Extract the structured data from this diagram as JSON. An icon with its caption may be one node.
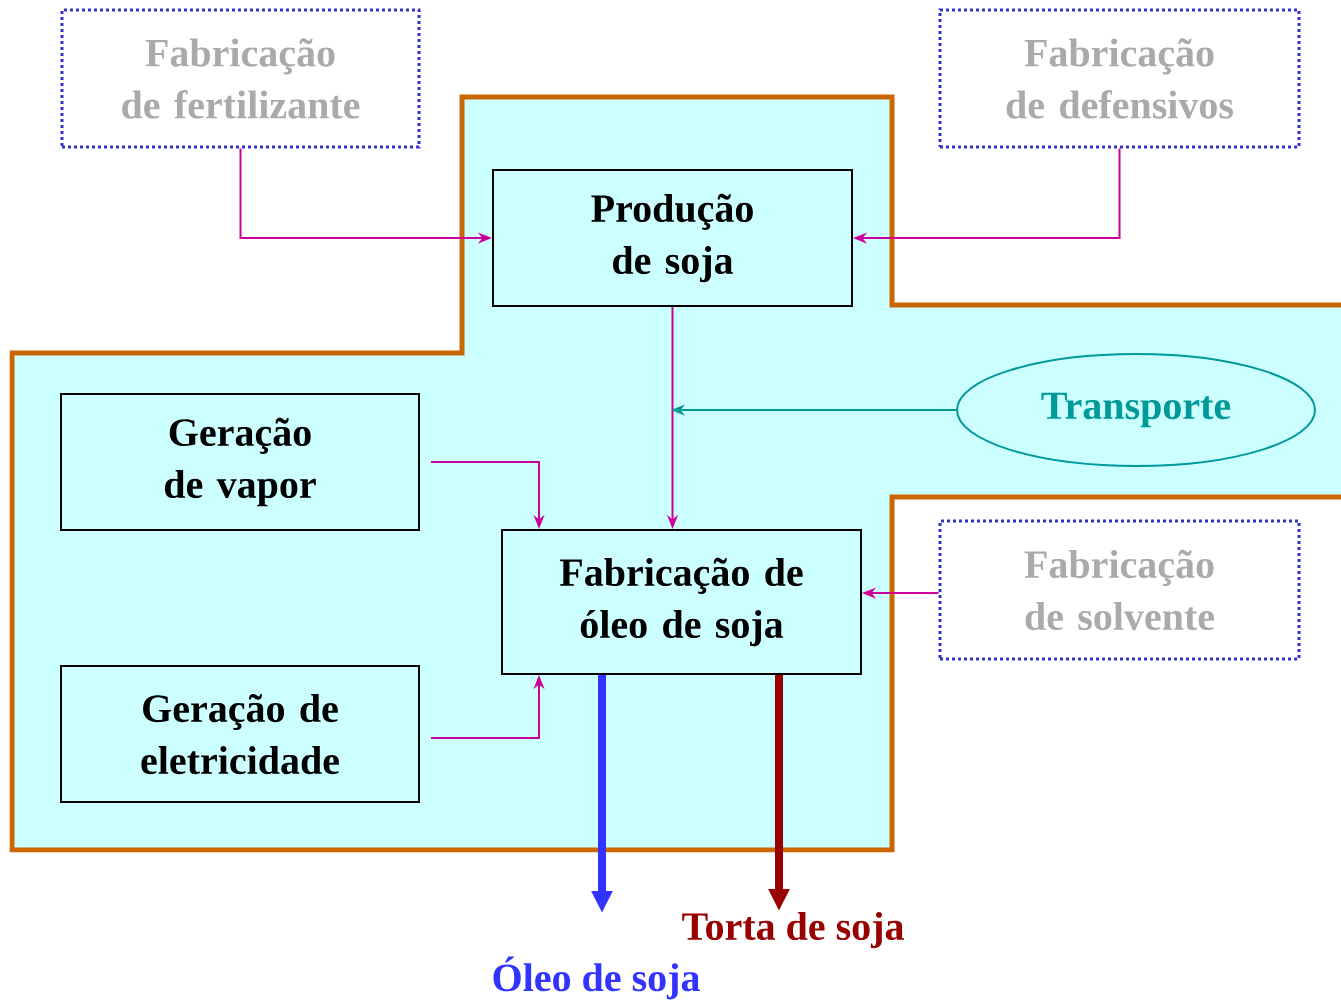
{
  "diagram": {
    "nodes": [
      {
        "text": [
          "Fabricação de fertilizante"
        ]
      },
      {
        "text": [
          "Fabricação de defensivos"
        ]
      },
      {
        "text": [
          "Produção de soja"
        ]
      },
      {
        "text": [
          "Transporte"
        ]
      },
      {
        "text": [
          "Geração de vapor"
        ]
      },
      {
        "text": [
          "Fabricação de óleo de soja"
        ]
      },
      {
        "text": [
          "Fabricação de solvente"
        ]
      },
      {
        "text": [
          "Geração de eletricidade"
        ]
      },
      {
        "text": [
          "Óleo de soja"
        ]
      },
      {
        "text": [
          "Torta de soja"
        ]
      }
    ],
    "edges": [
      {
        "from": 0,
        "to": 2,
        "arrow": "to"
      },
      {
        "from": 1,
        "to": 2,
        "arrow": "to"
      },
      {
        "from": 2,
        "to": 5,
        "arrow": "to"
      },
      {
        "from": 3,
        "to": null,
        "arrow": "to",
        "color": "#009999"
      },
      {
        "from": 4,
        "to": 5,
        "arrow": "to"
      },
      {
        "from": 7,
        "to": 5,
        "arrow": "to"
      },
      {
        "from": 6,
        "to": 5,
        "arrow": "to"
      },
      {
        "from": 5,
        "to": 8,
        "arrow": "to",
        "style": "thick",
        "color": "#3333ff"
      },
      {
        "from": 5,
        "to": 9,
        "arrow": "to",
        "style": "thick",
        "color": "#990000"
      }
    ]
  }
}
